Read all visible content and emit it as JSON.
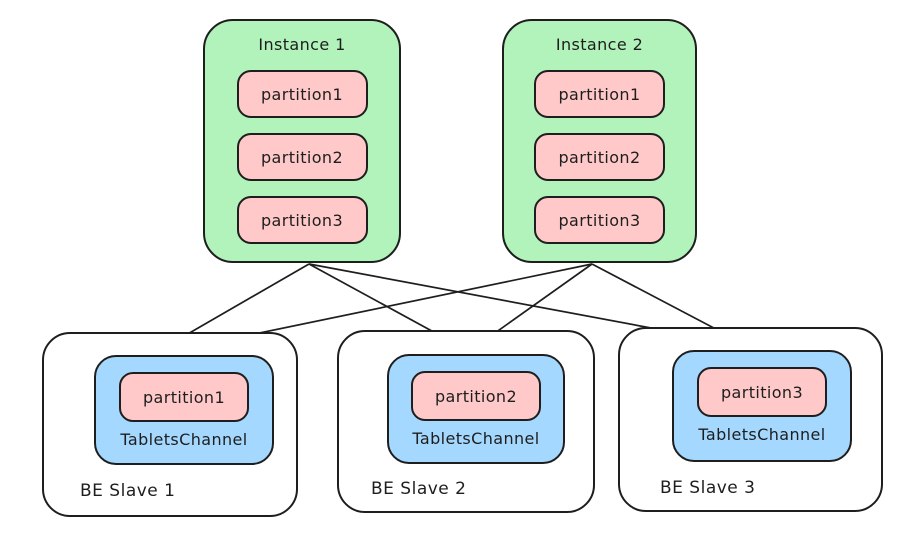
{
  "diagram": {
    "background": "#ffffff",
    "colors": {
      "instance_fill": "#b2f2bb",
      "partition_fill": "#ffc9c9",
      "channel_fill": "#a5d8ff",
      "stroke": "#1e1e1e"
    },
    "instances": [
      {
        "id": "instance1",
        "label": "Instance 1",
        "partitions": [
          "partition1",
          "partition2",
          "partition3"
        ]
      },
      {
        "id": "instance2",
        "label": "Instance 2",
        "partitions": [
          "partition1",
          "partition2",
          "partition3"
        ]
      }
    ],
    "slaves": [
      {
        "id": "slave1",
        "label": "BE Slave 1",
        "channel": "TabletsChannel",
        "partition": "partition1"
      },
      {
        "id": "slave2",
        "label": "BE Slave 2",
        "channel": "TabletsChannel",
        "partition": "partition2"
      },
      {
        "id": "slave3",
        "label": "BE Slave 3",
        "channel": "TabletsChannel",
        "partition": "partition3"
      }
    ],
    "edges": [
      {
        "from": "instance1",
        "to": "slave1"
      },
      {
        "from": "instance1",
        "to": "slave2"
      },
      {
        "from": "instance1",
        "to": "slave3"
      },
      {
        "from": "instance2",
        "to": "slave1"
      },
      {
        "from": "instance2",
        "to": "slave2"
      },
      {
        "from": "instance2",
        "to": "slave3"
      }
    ]
  }
}
